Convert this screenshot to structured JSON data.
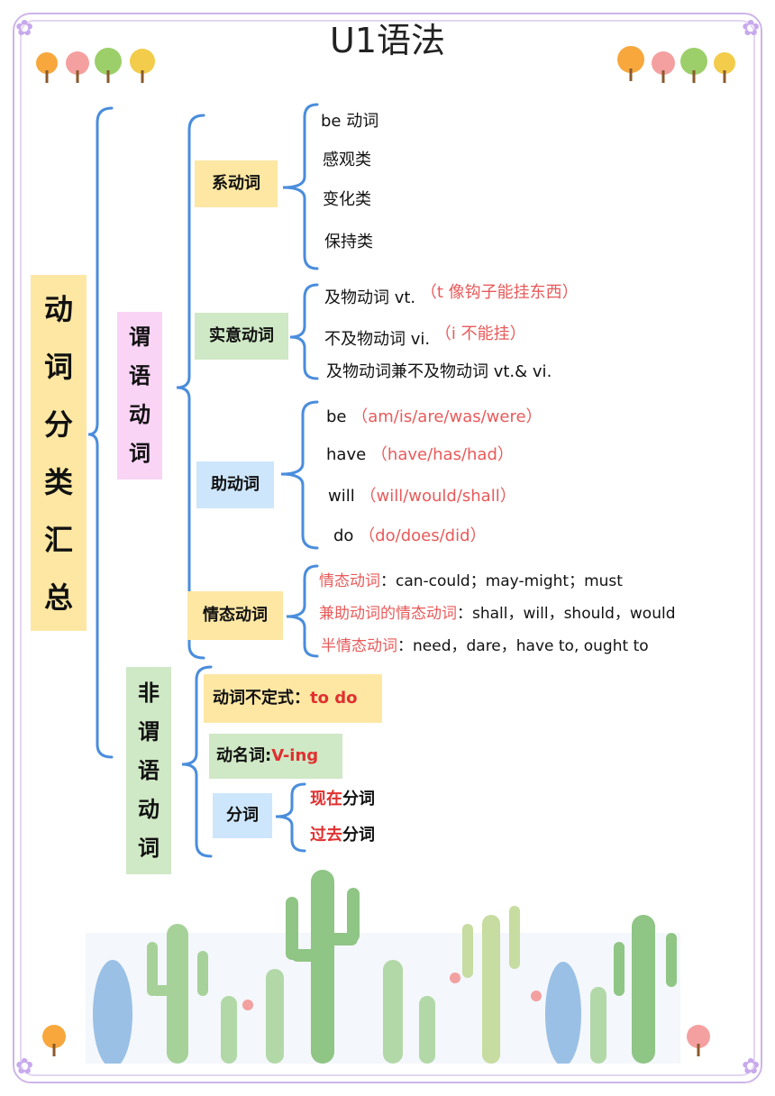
{
  "title": "U1语法",
  "colors": {
    "bracket": "#4a8ddc",
    "yellow": "#fde7a3",
    "pink": "#f9d4f5",
    "green": "#cfe8c5",
    "blue": "#cde6fb",
    "red": "#e85a5a"
  },
  "root": {
    "label": [
      "动",
      "词",
      "分",
      "类",
      "汇",
      "总"
    ]
  },
  "predicate": {
    "label": [
      "谓",
      "语",
      "动",
      "词"
    ],
    "linking": {
      "label": "系动词",
      "items": [
        "be 动词",
        "感观类",
        "变化类",
        "保持类"
      ]
    },
    "notional": {
      "label": "实意动词",
      "items": [
        {
          "text": "及物动词  vt.",
          "note": "（t 像钩子能挂东西）"
        },
        {
          "text": "不及物动词  vi.",
          "note": "（i 不能挂）"
        },
        {
          "text": "及物动词兼不及物动词 vt.& vi.",
          "note": ""
        }
      ]
    },
    "auxiliary": {
      "label": "助动词",
      "items": [
        {
          "text": "be",
          "note": "（am/is/are/was/were）"
        },
        {
          "text": "have",
          "note": "（have/has/had）"
        },
        {
          "text": "will",
          "note": "（will/would/shall）"
        },
        {
          "text": "do",
          "note": "（do/does/did）"
        }
      ]
    },
    "modal": {
      "label": "情态动词",
      "items": [
        {
          "key": "情态动词",
          "text": "：can-could；may-might；must"
        },
        {
          "key": "兼助动词的情态动词",
          "text": "：shall，will，should，would"
        },
        {
          "key": "半情态动词",
          "text": "：need，dare，have to, ought to"
        }
      ]
    }
  },
  "nonpredicate": {
    "label": [
      "非",
      "谓",
      "语",
      "动",
      "词"
    ],
    "infinitive": {
      "label": "动词不定式：",
      "value": "to do"
    },
    "gerund": {
      "label": "动名词:",
      "value": "V-ing"
    },
    "participle": {
      "label": "分词",
      "items": [
        {
          "key": "现在",
          "text": "分词"
        },
        {
          "key": "过去",
          "text": "分词"
        }
      ]
    }
  }
}
